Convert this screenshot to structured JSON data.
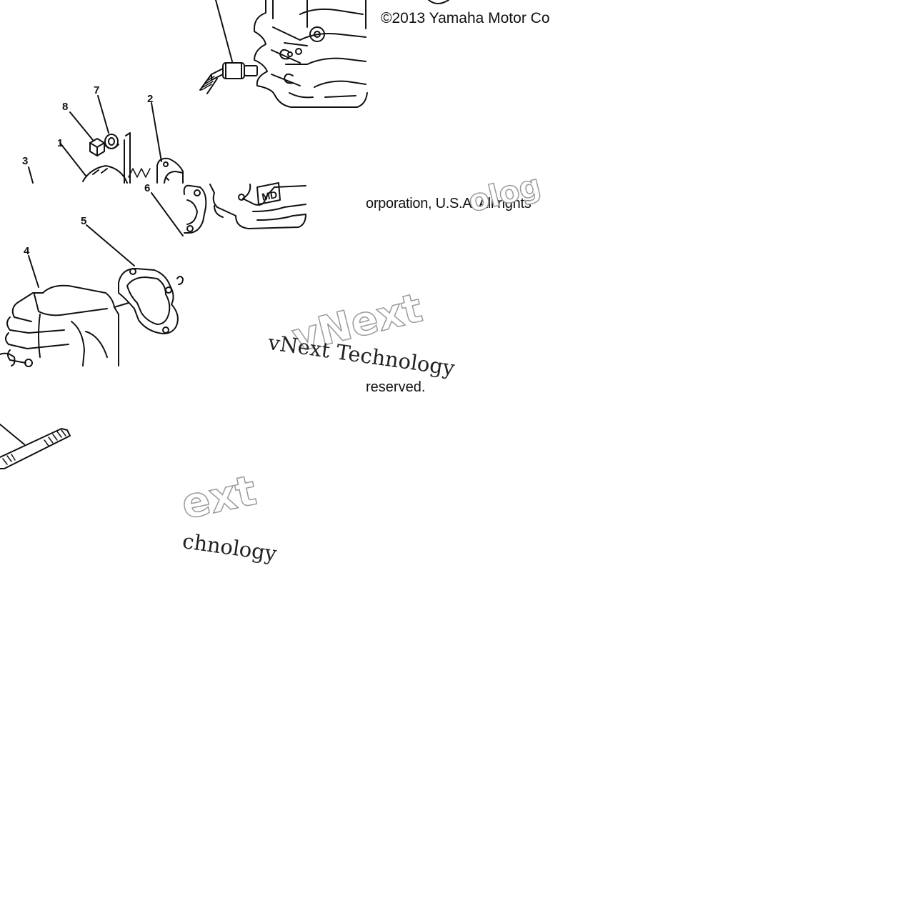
{
  "copyright": {
    "line1": "©2013 Yamaha Motor Co",
    "line2": "orporation, U.S.A. All rights",
    "line3": "reserved."
  },
  "watermark": {
    "serif_text_1": "vNext Technology",
    "serif_text_2": "chnology",
    "outline_text_1": "vNext",
    "outline_text_2": "ext",
    "outline_text_3": "olog"
  },
  "callouts": [
    "7",
    "8",
    "2",
    "1",
    "3",
    "6",
    "5",
    "4"
  ]
}
